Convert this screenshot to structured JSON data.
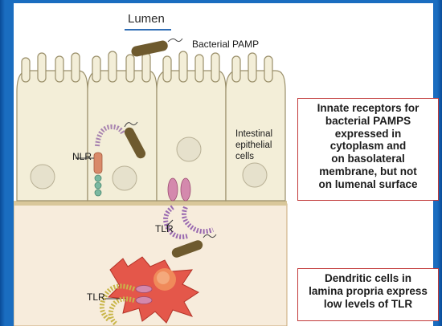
{
  "labels": {
    "lumen": "Lumen",
    "bacterial_pamp": "Bacterial PAMP",
    "intestinal_cells": [
      "Intestinal",
      "epithelial",
      "cells"
    ],
    "nlr": "NLR",
    "tlr_upper": "TLR",
    "tlr_lower": "TLR"
  },
  "callouts": {
    "innate_receptors": [
      "Innate receptors for",
      "bacterial PAMPS",
      "expressed in",
      "cytoplasm and",
      "on basolateral",
      "membrane, but not",
      "on lumenal surface"
    ],
    "dendritic": [
      "Dendritic cells in",
      "lamina propria express",
      "low levels of TLR"
    ]
  },
  "colors": {
    "background_blue": "#1a6dc0",
    "epithelium": "#f1ecd6",
    "lamina_propria": "#f6ead9",
    "basement": "#d9c79a",
    "callout_border": "#c23a3a",
    "bacterium": "#6e5a2e",
    "tlr_purple": "#9a6ab0",
    "tlr_yellow": "#c9b64a",
    "dendritic_red": "#d8483a"
  }
}
